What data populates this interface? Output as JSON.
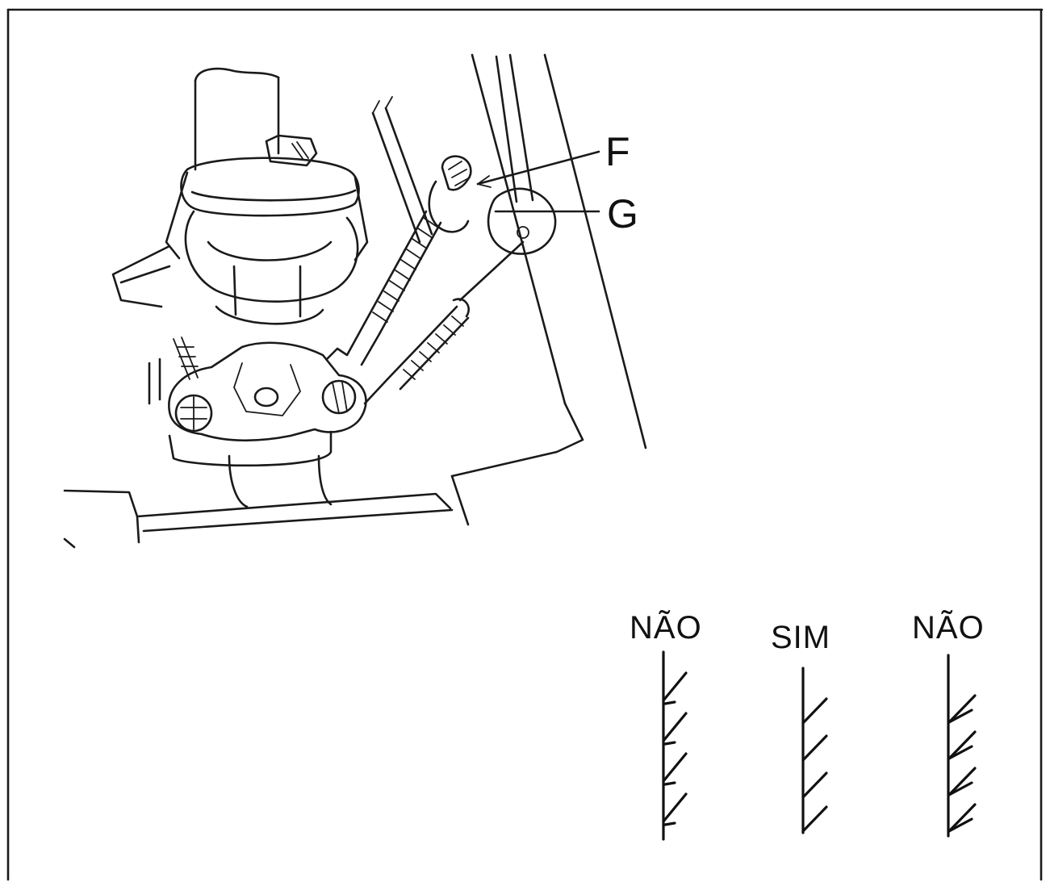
{
  "diagram": {
    "callouts": {
      "f": "F",
      "g": "G"
    },
    "stitch_examples": [
      {
        "label": "NÃO"
      },
      {
        "label": "SIM"
      },
      {
        "label": "NÃO"
      }
    ]
  }
}
